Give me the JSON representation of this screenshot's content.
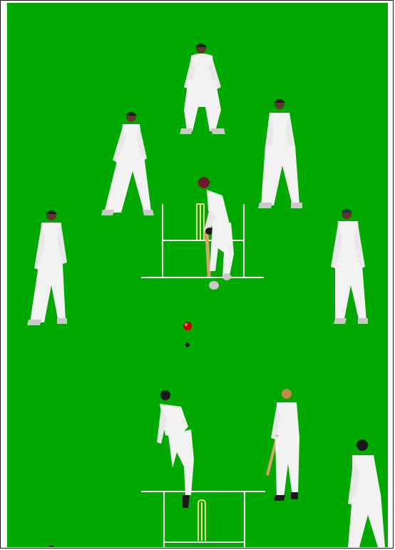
{
  "game": {
    "scene": "cricket",
    "colors": {
      "grass": "#00a800",
      "crease": "#ffffff",
      "stumps": "#e9e39a",
      "ball": "#c40000",
      "whites": "#f2f2f2",
      "shadow": "#c9c9c9",
      "skin": "#5b3a2a",
      "cap_dark": "#1a1a1a",
      "cap_maroon": "#6b1c2b",
      "cap_navy": "#1d2f5c"
    },
    "players": [
      {
        "role": "wicket-keeper"
      },
      {
        "role": "slip-fielder-left"
      },
      {
        "role": "slip-fielder-right"
      },
      {
        "role": "batsman-on-strike"
      },
      {
        "role": "fielder-left"
      },
      {
        "role": "fielder-right"
      },
      {
        "role": "bowler"
      },
      {
        "role": "non-striking-batsman"
      },
      {
        "role": "fielder-bottom-right"
      }
    ]
  }
}
